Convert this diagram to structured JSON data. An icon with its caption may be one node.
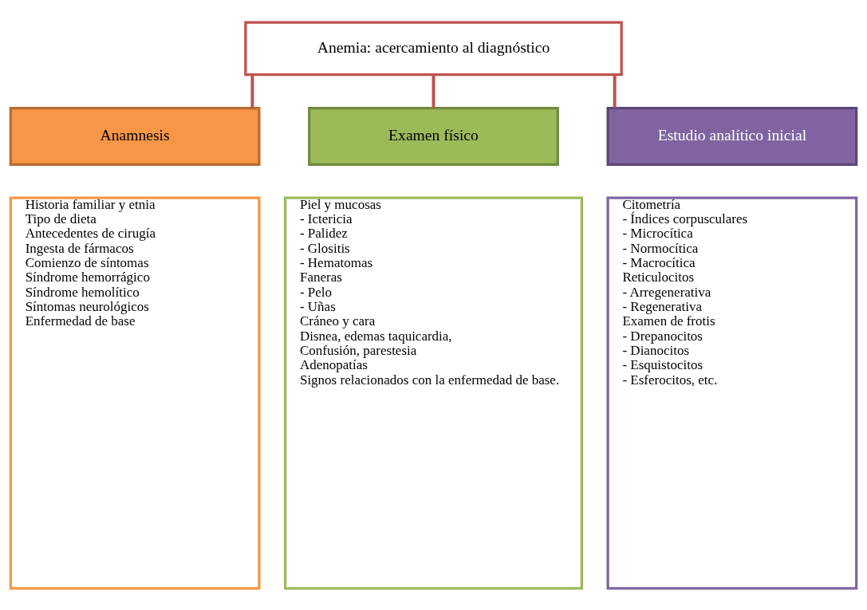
{
  "diagram": {
    "nodes": [
      {
        "text": [
          "Anemia: acercamiento al diagnóstico"
        ]
      },
      {
        "text": [
          "Anamnesis"
        ]
      },
      {
        "text": [
          "Historia familiar y etnia",
          "Tipo de dieta",
          "Antecedentes de cirugía",
          "Ingesta de fármacos",
          "Comienzo de síntomas",
          "Síndrome hemorrágico",
          "Síndrome hemolítico",
          "Síntomas neurológicos",
          "Enfermedad de base"
        ]
      },
      {
        "text": [
          "Examen físico"
        ]
      },
      {
        "text": [
          "Piel y mucosas",
          "- Ictericia",
          "- Palidez",
          "- Glositis",
          "- Hematomas",
          "Faneras",
          "- Pelo",
          "- Uñas",
          "Cráneo y cara",
          "Disnea, edemas taquicardia,",
          "Confusión, parestesia",
          "Adenopatías",
          "Signos relacionados con la enfermedad de base."
        ]
      },
      {
        "text": [
          "Estudio analítico inicial"
        ]
      },
      {
        "text": [
          "Citometría",
          "- Índices corpusculares",
          "- Microcítica",
          "- Normocítica",
          "- Macrocítica",
          "Reticulocitos",
          "- Arregenerativa",
          "- Regenerativa",
          "Examen de frotis",
          "- Drepanocitos",
          "- Dianocitos",
          "- Esquistocitos",
          "- Esferocitos, etc."
        ]
      }
    ],
    "edges": [
      {
        "from": 0,
        "to": 1,
        "arrow": "none"
      },
      {
        "from": 0,
        "to": 3,
        "arrow": "none"
      },
      {
        "from": 0,
        "to": 5,
        "arrow": "none"
      }
    ]
  }
}
